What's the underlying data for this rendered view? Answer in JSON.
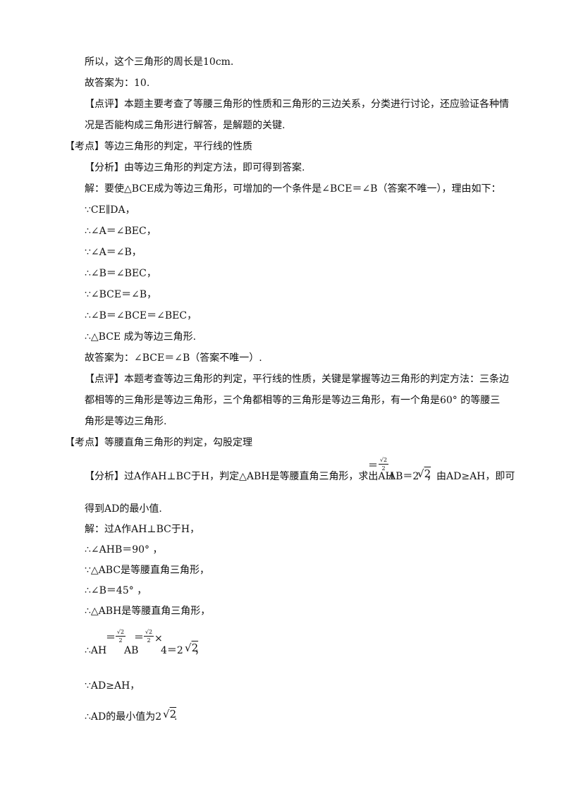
{
  "lines": {
    "l1": "所以，这个三角形的周长是10cm.",
    "l2": "故答案为：10.",
    "l3": "【点评】本题主要考查了等腰三角形的性质和三角形的三边关系，分类进行讨论，还应验证各种情",
    "l4": "况是否能构成三角形进行解答，是解题的关键.",
    "l5": "【考点】等边三角形的判定，平行线的性质",
    "l6": "【分析】由等边三角形的判定方法，即可得到答案.",
    "l7": "解：要使△BCE成为等边三角形，可增加的一个条件是∠BCE＝∠B（答案不唯一），理由如下：",
    "l8": "∵CE∥DA，",
    "l9": "∴∠A＝∠BEC，",
    "l10": "∵∠A＝∠B，",
    "l11": "∴∠B＝∠BEC，",
    "l12": "∵∠BCE＝∠B，",
    "l13": "∴∠B＝∠BCE＝∠BEC，",
    "l14": "∴△BCE 成为等边三角形.",
    "l15": "故答案为：∠BCE＝∠B（答案不唯一）.",
    "l16": "【点评】本题考查等边三角形的判定，平行线的性质，关键是掌握等边三角形的判定方法：三条边",
    "l17": "都相等的三角形是等边三角形，三个角都相等的三角形是等边三角形，有一个角是60° 的等腰三",
    "l18": "角形是等边三角形.",
    "l19": "【考点】等腰直角三角形的判定，勾股定理",
    "l20a": "【分析】过A作AH⊥BC于H，判定△ABH是等腰直角三角形，求出AH",
    "l20b": "AB＝2",
    "l20c": "，由AD≥AH，即可",
    "l21": "得到AD的最小值.",
    "l22": "解：过A作AH⊥BC于H，",
    "l23": "∴∠AHB＝90° ，",
    "l24": "∵△ABC是等腰直角三角形，",
    "l25": "∴∠B＝45° ，",
    "l26": "∴△ABH是等腰直角三角形，",
    "l27a": "∴AH",
    "l27b": "AB",
    "l27c": "×",
    "l27d": "4＝2",
    "l27e": "，",
    "l28": "∵AD≥AH，",
    "l29a": "∴AD的最小值为2",
    "l29b": "."
  },
  "math": {
    "eq": "＝",
    "sqrt2": "√2",
    "two": "2",
    "sqrt_sym": "√",
    "sqrt_arg": "2"
  }
}
